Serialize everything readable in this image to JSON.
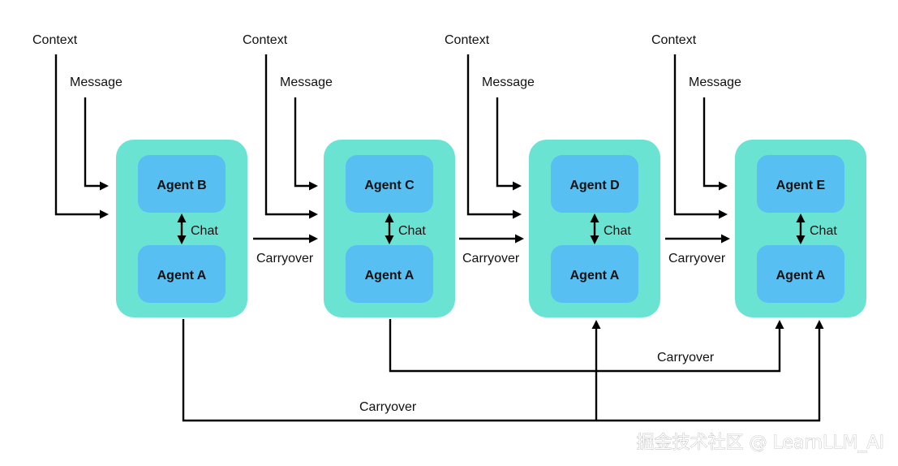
{
  "colors": {
    "outer_box": "#6be3d3",
    "inner_box": "#58bff2",
    "line": "#000000",
    "text": "#111111"
  },
  "stages": [
    {
      "context_label": "Context",
      "message_label": "Message",
      "agent_top": "Agent B",
      "agent_bottom": "Agent A",
      "chat_label": "Chat"
    },
    {
      "context_label": "Context",
      "message_label": "Message",
      "agent_top": "Agent C",
      "agent_bottom": "Agent A",
      "chat_label": "Chat"
    },
    {
      "context_label": "Context",
      "message_label": "Message",
      "agent_top": "Agent D",
      "agent_bottom": "Agent A",
      "chat_label": "Chat"
    },
    {
      "context_label": "Context",
      "message_label": "Message",
      "agent_top": "Agent E",
      "agent_bottom": "Agent A",
      "chat_label": "Chat"
    }
  ],
  "carryover_labels": {
    "between": [
      "Carryover",
      "Carryover",
      "Carryover"
    ],
    "long_upper": "Carryover",
    "long_lower": "Carryover"
  },
  "watermark": "掘金技术社区 @ LearnLLM_AI"
}
